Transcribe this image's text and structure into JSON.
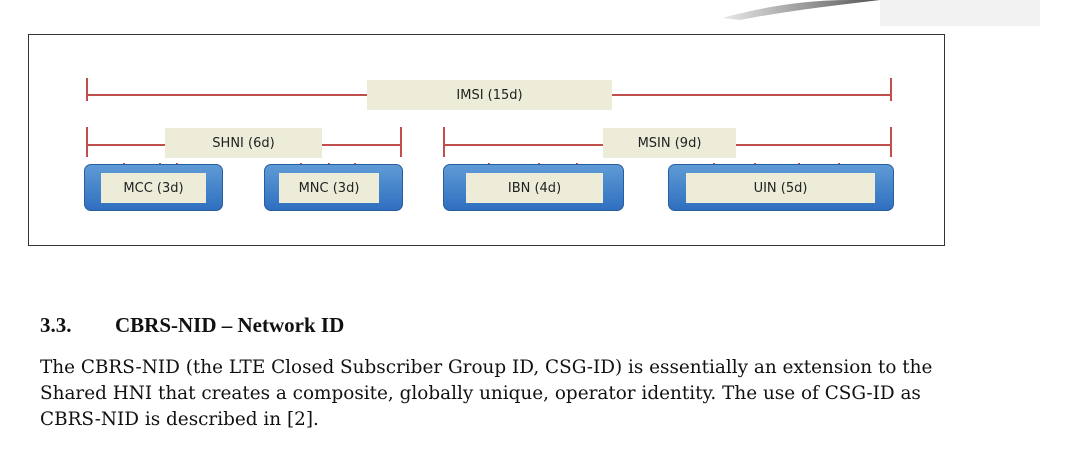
{
  "diagram": {
    "brackets": {
      "imsi": "IMSI (15d)",
      "shni": "SHNI (6d)",
      "msin": "MSIN (9d)"
    },
    "fields": [
      "MCC (3d)",
      "MNC (3d)",
      "IBN (4d)",
      "UIN (5d)"
    ],
    "colors": {
      "bracket_line": "#c0504d",
      "field_fill": "#3a7cc7",
      "label_fill": "#ececd9"
    }
  },
  "section": {
    "number": "3.3.",
    "title": "CBRS-NID – Network ID",
    "body_lines": [
      "The CBRS-NID (the LTE Closed Subscriber Group ID, CSG-ID) is essentially an extension to the",
      "Shared HNI that creates a composite, globally unique, operator identity. The use of CSG-ID as",
      "CBRS-NID is described in [2]."
    ]
  }
}
